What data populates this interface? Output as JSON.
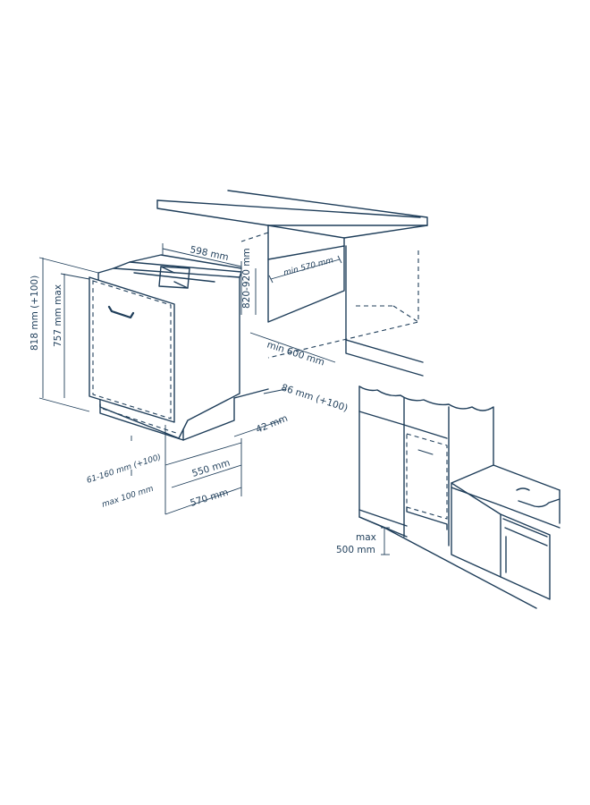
{
  "colors": {
    "line": "#1f3e5a",
    "background": "#ffffff"
  },
  "dimensions": {
    "width_598": "598 mm",
    "height_820_920": "820-920 mm",
    "depth_min_570": "min 570 mm",
    "height_818": "818 mm (+100)",
    "height_757": "757 mm max",
    "width_min_600": "min 600 mm",
    "plinth_86": "86 mm (+100)",
    "gap_42": "42 mm",
    "door_61_160": "61-160 mm (+100)",
    "max_100": "max 100 mm",
    "depth_550": "550 mm",
    "depth_570": "570 mm",
    "max_500_line1": "max",
    "max_500_line2": "500 mm"
  }
}
